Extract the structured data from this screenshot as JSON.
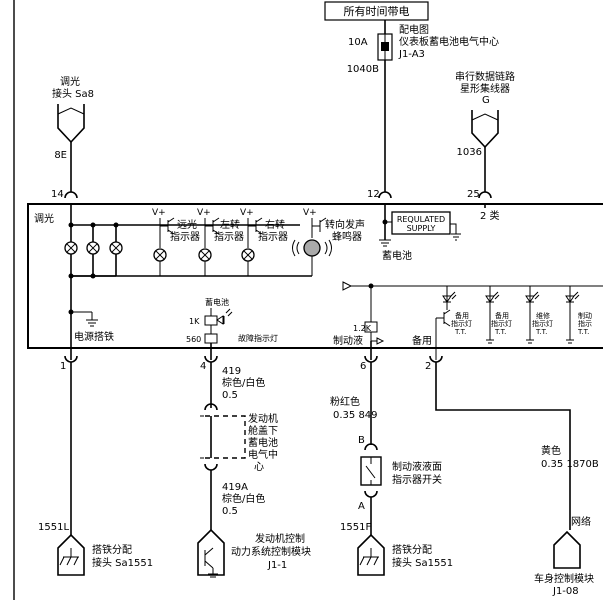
{
  "top_label": "所有时间带电",
  "fuse": {
    "rating": "10A",
    "title1": "配电图",
    "title2": "仪表板蓄电池电气中心",
    "code": "J1-A3",
    "wire": "1040B"
  },
  "dimmer_connector": {
    "title1": "调光",
    "title2": "接头 Sa8",
    "wire": "8E",
    "pin": "14"
  },
  "serial": {
    "title1": "串行数据链路",
    "title2": "星形集线器",
    "letter": "G",
    "wire": "1036",
    "pin": "25"
  },
  "pin_12": "12",
  "cluster": {
    "dimmer_label": "调光",
    "regulated": "REQULATED",
    "supply": "SUPPLY",
    "battery": "蓄电池",
    "class2": "2 类",
    "vplus": "V+",
    "high_beam": [
      "远光",
      "指示器"
    ],
    "left_turn": [
      "左转",
      "指示器"
    ],
    "right_turn": [
      "右转",
      "指示器"
    ],
    "buzzer": [
      "转向发声",
      "蜂鸣器"
    ],
    "power_ground": "电源搭铁",
    "fault_battery": "蓄电池",
    "r1k": "1K",
    "r560": "560",
    "fault_lamp": "故障指示灯",
    "r12k": "1.2K",
    "brake_fluid": "制动液",
    "spare": "备用",
    "lamps": [
      {
        "l1": "备用",
        "l2": "指示灯",
        "l3": "T.T."
      },
      {
        "l1": "备用",
        "l2": "指示灯",
        "l3": "T.T."
      },
      {
        "l1": "维修",
        "l2": "指示灯",
        "l3": "T.T."
      },
      {
        "l1": "制动",
        "l2": "指示",
        "l3": "T.T."
      }
    ]
  },
  "pins_bottom": {
    "p1": "1",
    "p4": "4",
    "p6": "6",
    "p2": "2"
  },
  "wire_419": {
    "num": "419",
    "color": "棕色/白色",
    "gauge": "0.5"
  },
  "engine_center": [
    "发动机",
    "舱盖下",
    "蓄电池",
    "电气中",
    "心"
  ],
  "wire_419a": {
    "num": "419A",
    "color": "棕色/白色",
    "gauge": "0.5"
  },
  "ecm": {
    "l1": "发动机控制",
    "l2": "动力系统控制模块",
    "l3": "J1-1"
  },
  "wire_849": {
    "color": "粉红色",
    "spec": "0.35  849"
  },
  "brake_switch": {
    "b": "B",
    "a": "A",
    "l1": "制动液液面",
    "l2": "指示器开关"
  },
  "wire_1870b": {
    "color": "黄色",
    "spec": "0.35  1870B"
  },
  "ground1": {
    "wire": "1551L",
    "l1": "搭铁分配",
    "l2": "接头 Sa1551"
  },
  "ground2": {
    "wire": "1551F",
    "l1": "搭铁分配",
    "l2": "接头 Sa1551"
  },
  "network": "网络",
  "bcm": {
    "l1": "车身控制模块",
    "l2": "J1-08"
  }
}
